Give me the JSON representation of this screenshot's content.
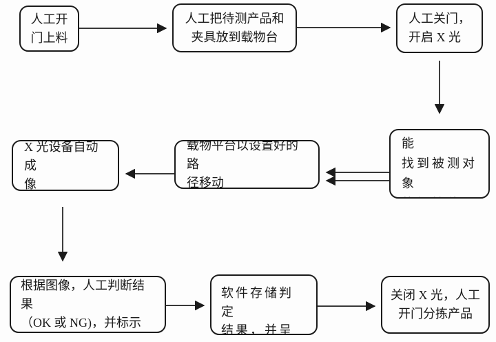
{
  "flowchart": {
    "colors": {
      "border": "#1b1b1b",
      "text": "#1b1b1b",
      "background": "#fdfdfd"
    },
    "nodes": [
      {
        "id": "open-door-load",
        "label": "人工开\n门上料"
      },
      {
        "id": "place-product",
        "label": "人工把待测产品和\n夹具放到载物台"
      },
      {
        "id": "close-door-xray-on",
        "label": "人工关门，\n开启 X 光"
      },
      {
        "id": "navigate-initial-position",
        "label": "利用导航功能\n找到被测对象\n的初始位置"
      },
      {
        "id": "stage-move-path",
        "label": "载物平台以设置好的路\n径移动"
      },
      {
        "id": "xray-auto-imaging",
        "label": "X 光设备自动成\n像"
      },
      {
        "id": "manual-judge-result",
        "label": "根据图像，人工判断结果\n（OK 或 NG)，并标示"
      },
      {
        "id": "software-store-result",
        "label": "软件存储判定\n结果，并呈现判\n定结果图"
      },
      {
        "id": "xray-off-sort-product",
        "label": "关闭 X 光，人工\n开门分拣产品"
      }
    ]
  }
}
